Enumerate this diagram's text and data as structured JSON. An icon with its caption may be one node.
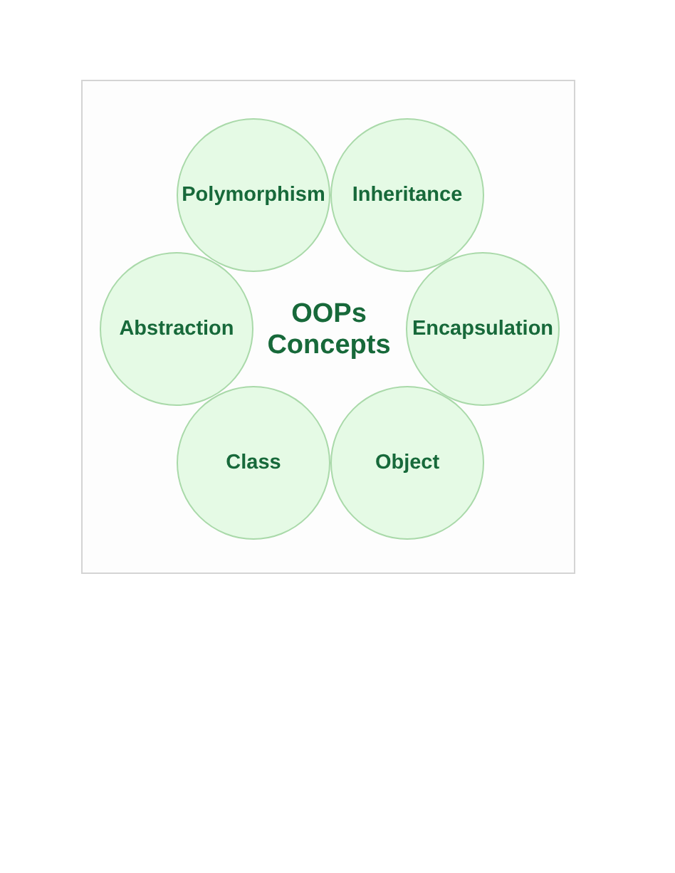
{
  "diagram": {
    "title": "OOPs Concepts",
    "nodes": [
      {
        "text": [
          "Polymorphism"
        ]
      },
      {
        "text": [
          "Inheritance"
        ]
      },
      {
        "text": [
          "Abstraction"
        ]
      },
      {
        "text": [
          "Encapsulation"
        ]
      },
      {
        "text": [
          "Class"
        ]
      },
      {
        "text": [
          "Object"
        ]
      }
    ]
  }
}
